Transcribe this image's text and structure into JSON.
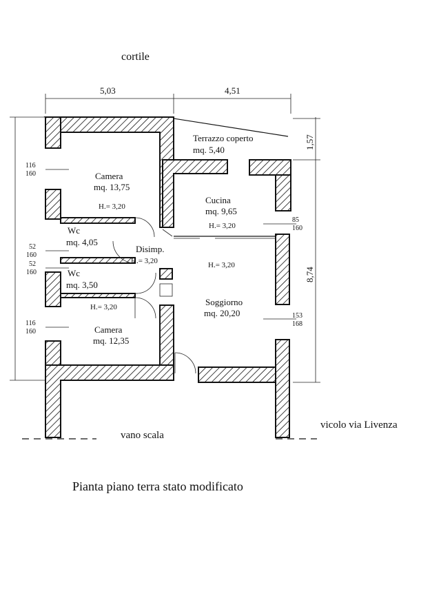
{
  "outside": {
    "courtyard": "cortile",
    "stairwell": "vano scala",
    "alley": "vicolo via Livenza"
  },
  "dimensions": {
    "top_left": "5,03",
    "top_right": "4,51",
    "right_upper": "1,57",
    "right_lower": "8,74"
  },
  "rooms": {
    "terrace": {
      "name": "Terrazzo coperto",
      "area": "mq. 5,40"
    },
    "bedroom1": {
      "name": "Camera",
      "area": "mq. 13,75",
      "height": "H.= 3,20"
    },
    "kitchen": {
      "name": "Cucina",
      "area": "mq. 9,65",
      "height": "H.= 3,20"
    },
    "wc1": {
      "name": "Wc",
      "area": "mq. 4,05"
    },
    "hall": {
      "name": "Disimp.",
      "height": "H.= 3,20"
    },
    "wc2": {
      "name": "Wc",
      "area": "mq. 3,50",
      "height": "H.= 3,20"
    },
    "living": {
      "name": "Soggiorno",
      "area": "mq. 20,20",
      "height": "H.= 3,20"
    },
    "bedroom2": {
      "name": "Camera",
      "area": "mq. 12,35"
    }
  },
  "openings": {
    "w_bed1": {
      "top": "116",
      "bottom": "160"
    },
    "w_wc1": {
      "top": "52",
      "bottom": "160"
    },
    "w_wc2": {
      "top": "52",
      "bottom": "160"
    },
    "w_bed2": {
      "top": "116",
      "bottom": "160"
    },
    "w_kitchen": {
      "top": "85",
      "bottom": "160"
    },
    "w_living": {
      "top": "153",
      "bottom": "168"
    }
  },
  "caption": "Pianta piano terra stato modificato"
}
